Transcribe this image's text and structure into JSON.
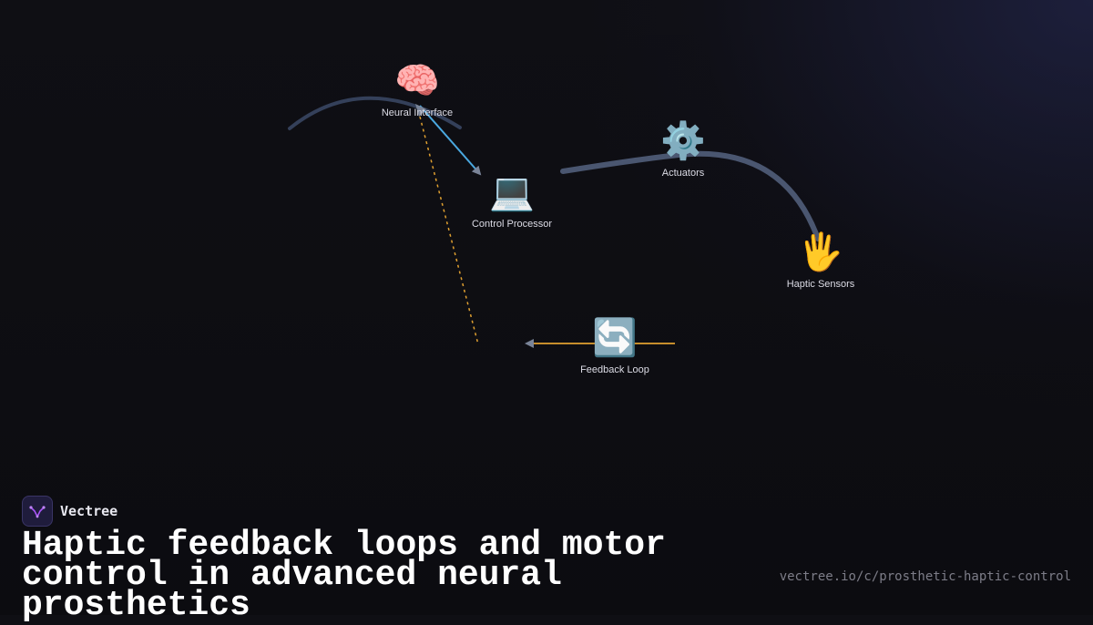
{
  "diagram": {
    "nodes": [
      {
        "id": "neural",
        "icon": "brain-icon",
        "glyph": "🧠",
        "label": "Neural Interface"
      },
      {
        "id": "processor",
        "icon": "laptop-icon",
        "glyph": "💻",
        "label": "Control Processor"
      },
      {
        "id": "actuators",
        "icon": "gear-icon",
        "glyph": "⚙️",
        "label": "Actuators"
      },
      {
        "id": "sensors",
        "icon": "hand-icon",
        "glyph": "🖐",
        "label": "Haptic Sensors"
      },
      {
        "id": "feedback",
        "icon": "loop-arrows-icon",
        "glyph": "🔄",
        "label": "Feedback Loop"
      }
    ],
    "colors": {
      "curve": "#4a5670",
      "signal": "#4aa8e0",
      "feedback": "#e0a030",
      "arrowhead": "#7a8498"
    }
  },
  "brand": {
    "name": "Vectree",
    "logo_icon": "vectree-logo-icon",
    "accent": "#a855f7"
  },
  "headline": "Haptic feedback loops and motor control in advanced neural prosthetics",
  "url": "vectree.io/c/prosthetic-haptic-control"
}
